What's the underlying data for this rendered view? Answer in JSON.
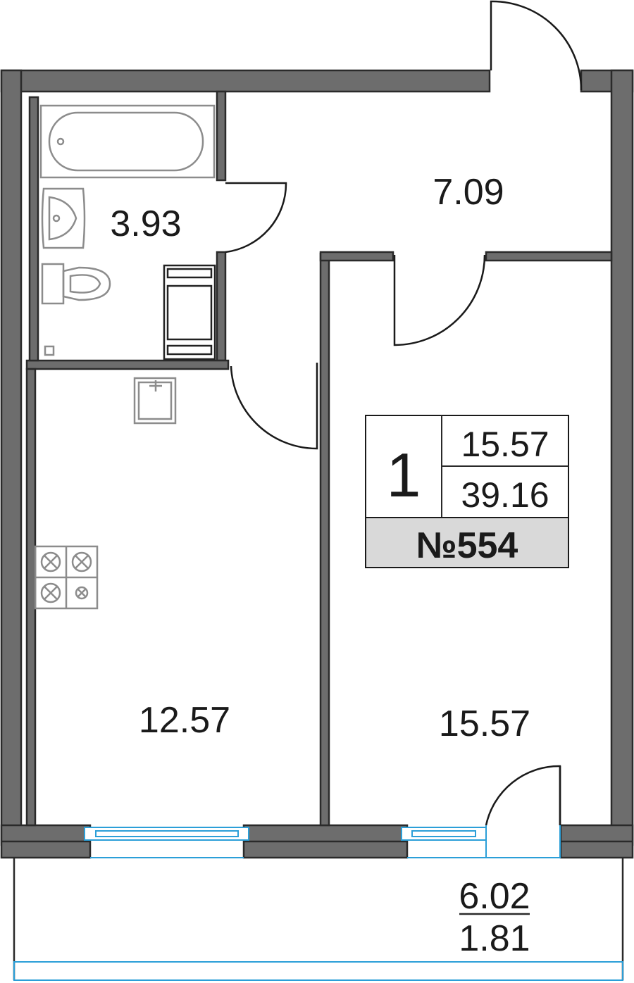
{
  "rooms": {
    "bathroom": {
      "area": "3.93"
    },
    "hallway": {
      "area": "7.09"
    },
    "kitchen": {
      "area": "12.57"
    },
    "bedroom": {
      "area": "15.57"
    },
    "balcony": {
      "area_full": "6.02",
      "area_reduced": "1.81"
    }
  },
  "info_card": {
    "rooms_count": "1",
    "living_area": "15.57",
    "total_area": "39.16",
    "apartment_number": "№554"
  },
  "colors": {
    "wall": "#6d6d6d",
    "window": "#2b9fd8",
    "card_band": "#d9d9d9"
  }
}
